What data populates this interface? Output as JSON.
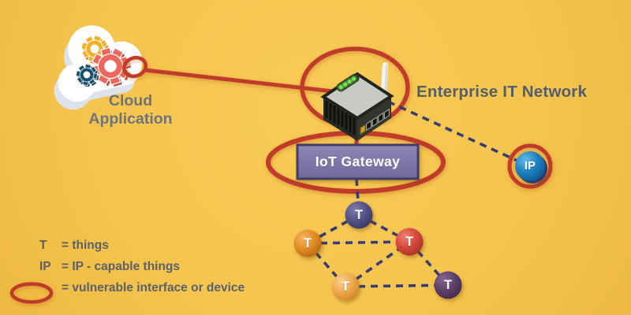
{
  "labels": {
    "cloud": {
      "line1": "Cloud",
      "line2": "Application"
    },
    "enterprise_network": "Enterprise IT Network",
    "gateway": "IoT Gateway"
  },
  "nodes": {
    "ip_label": "IP",
    "things": [
      "T",
      "T",
      "T",
      "T",
      "T"
    ]
  },
  "legend": {
    "rows": [
      {
        "symbol": "T",
        "text": "= things"
      },
      {
        "symbol": "IP",
        "text": "= IP - capable things"
      },
      {
        "symbol": "",
        "text": "= vulnerable interface or device"
      }
    ]
  },
  "icons": {
    "cloud": "cloud-icon",
    "gears": "gear-icon",
    "device": "iot-gateway-device-icon",
    "antenna": "antenna-icon",
    "vulnerable_marker": "vulnerable-ellipse-icon"
  },
  "colors": {
    "background": "#f5c54e",
    "vulnerable_red": "#bf3a2c",
    "link_navy": "#373c72",
    "gateway_box": "#7b76a3",
    "ip_blue": "#1b7ab8",
    "node_colors": [
      "#4b4a7c",
      "#e2892a",
      "#cf4337",
      "#eca94d",
      "#5a3e63"
    ],
    "cloud_text_gray": "#6e737c",
    "enterprise_text_slate": "#545e69",
    "legend_text": "#5a616b"
  }
}
